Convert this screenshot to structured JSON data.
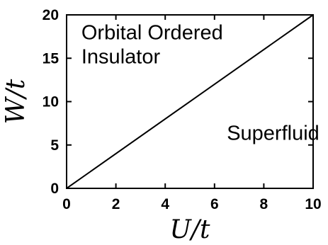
{
  "chart_data": {
    "type": "line",
    "title": "",
    "xlabel": "U/t",
    "ylabel": "W/t",
    "xlim": [
      0,
      10
    ],
    "ylim": [
      0,
      20
    ],
    "xticks": [
      "0",
      "2",
      "4",
      "6",
      "8",
      "10"
    ],
    "yticks": [
      "0",
      "5",
      "10",
      "15",
      "20"
    ],
    "grid": false,
    "legend": "none",
    "series": [
      {
        "x": [
          0,
          10
        ],
        "y": [
          0,
          20
        ],
        "color": "#000000"
      }
    ],
    "annotations": [
      {
        "lines": [
          "Orbital Ordered",
          "Insulator"
        ],
        "x": 0.6,
        "y": 17.2
      },
      {
        "lines": [
          "Superfluid"
        ],
        "x": 6.5,
        "y": 5.6
      }
    ]
  }
}
